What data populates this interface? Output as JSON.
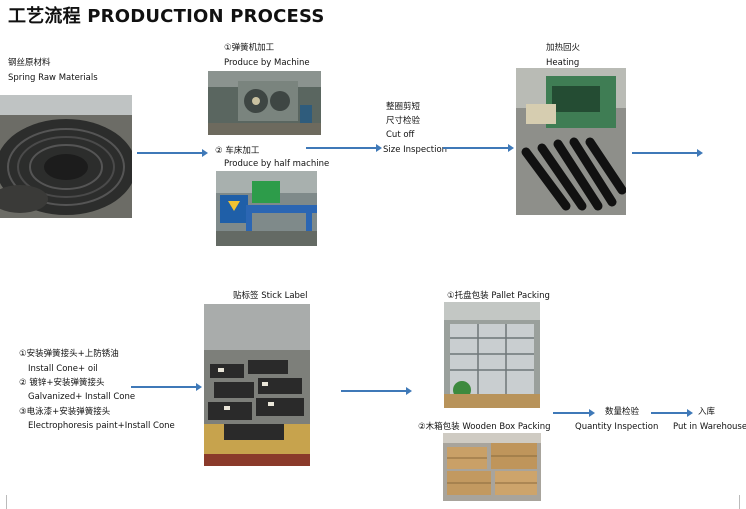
{
  "title": "工艺流程 PRODUCTION PROCESS",
  "steps": {
    "raw": {
      "cn": "钢丝原材料",
      "en": "Spring Raw Materials"
    },
    "machine": {
      "cn": "①弹簧机加工",
      "en": "Produce by Machine"
    },
    "lathe": {
      "cn": "② 车床加工",
      "en": "Produce by half machine"
    },
    "inspect": {
      "line1": "整圈剪短",
      "line2": "尺寸检验",
      "line3": "Cut off",
      "line4": "Size Inspection"
    },
    "heating": {
      "cn": "加热回火",
      "en": "Heating"
    },
    "install": {
      "l1": "①安装弹簧接头+上防锈油",
      "l2": "Install Cone+ oil",
      "l3": "② 镀锌+安装弹簧接头",
      "l4": "Galvanized+ Install Cone",
      "l5": "③电泳漆+安装弹簧接头",
      "l6": "Electrophoresis paint+Install Cone"
    },
    "label": {
      "text": "贴标签  Stick Label"
    },
    "pallet": {
      "text": "①托盘包装  Pallet Packing"
    },
    "wooden": {
      "text": "②木箱包装 Wooden Box Packing"
    },
    "quantity": {
      "cn": "数量检验",
      "en": "Quantity Inspection"
    },
    "warehouse": {
      "cn": "入库",
      "en": "Put in Warehouse"
    }
  }
}
